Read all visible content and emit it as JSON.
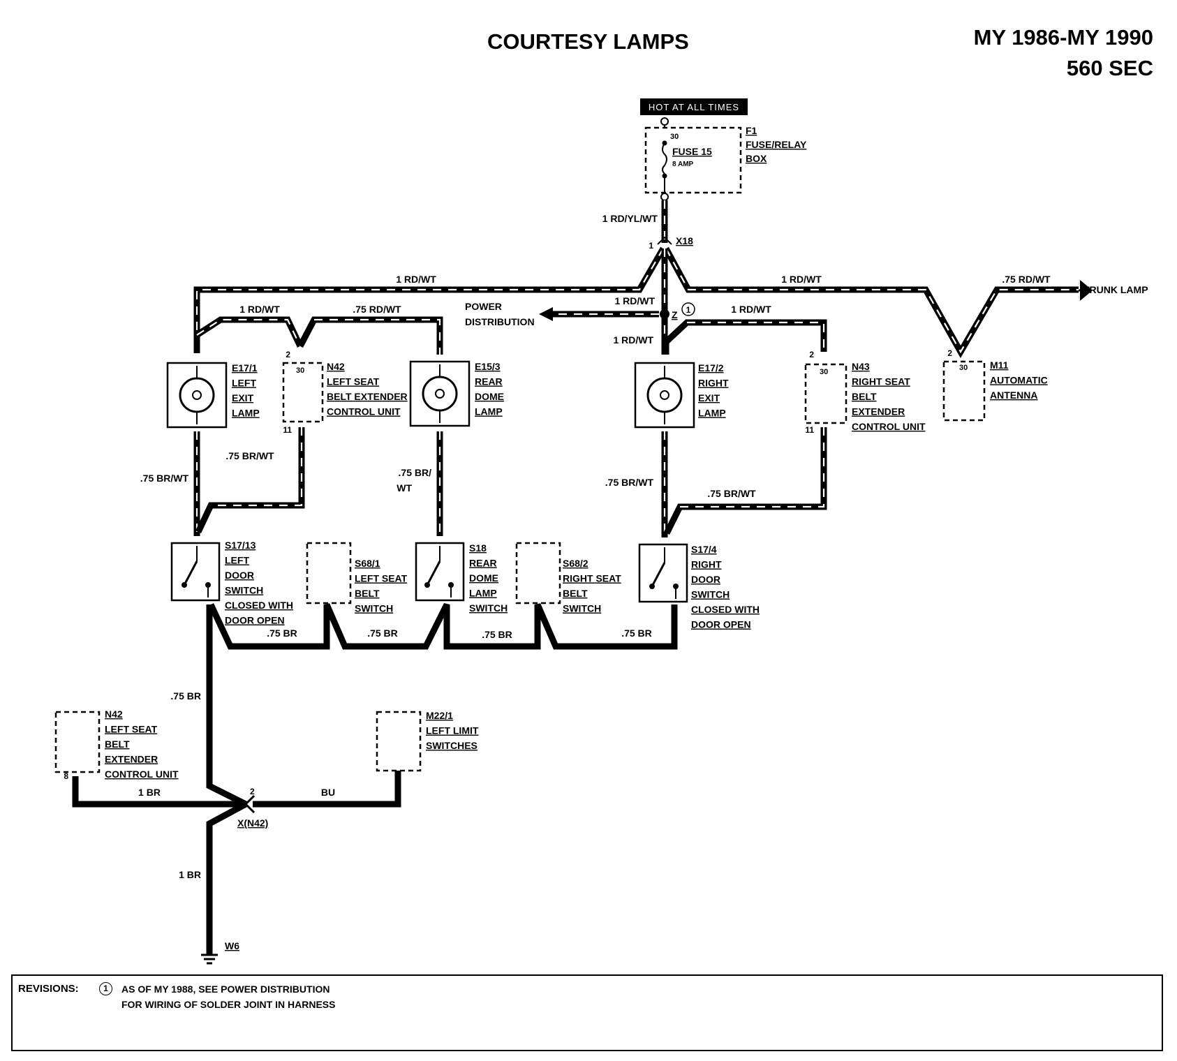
{
  "header": {
    "title": "COURTESY LAMPS",
    "year_range": "MY 1986-MY 1990",
    "model": "560 SEC"
  },
  "supply": {
    "hot_label": "HOT AT ALL TIMES",
    "fuse_pin": "30",
    "fuse_name": "FUSE 15",
    "fuse_rating": "8 AMP",
    "f1_id": "F1",
    "f1_line1": "FUSE/RELAY",
    "f1_line2": "BOX",
    "wire_feed": "1 RD/YL/WT",
    "x18_pin": "1",
    "x18_label": "X18"
  },
  "wires": {
    "left_main": "1 RD/WT",
    "right_main": "1 RD/WT",
    "trunk": ".75 RD/WT",
    "trunk_lamp": "TRUNK LAMP",
    "to_n42": "1 RD/WT",
    "to_e153": ".75 RD/WT",
    "power_dist": "1 RD/WT",
    "power_dist_l1": "POWER",
    "power_dist_l2": "DISTRIBUTION",
    "z_label": "Z",
    "z_mark": "1",
    "to_n43": "1 RD/WT",
    "to_e172": "1 RD/WT",
    "e171_s1713": ".75 BR/WT",
    "n42_s1713": ".75 BR/WT",
    "e153_s18_a": ".75 BR/",
    "e153_s18_b": "WT",
    "e172_s174": ".75 BR/WT",
    "n43_s174": ".75 BR/WT",
    "br_1": ".75 BR",
    "br_2": ".75 BR",
    "br_3": ".75 BR",
    "br_4": ".75 BR",
    "br_down": ".75 BR",
    "n42b_wire": "1 BR",
    "m221_wire": "BU",
    "ground_wire": "1 BR",
    "xn42_pin": "2",
    "xn42_label": "X(N42)",
    "ground_label": "W6"
  },
  "components": {
    "e171": [
      "E17/1",
      "LEFT",
      "EXIT",
      "LAMP"
    ],
    "n42": [
      "N42",
      "LEFT SEAT",
      "BELT EXTENDER",
      "CONTROL UNIT"
    ],
    "n42_pins": [
      "2",
      "30",
      "11"
    ],
    "e153": [
      "E15/3",
      "REAR",
      "DOME",
      "LAMP"
    ],
    "e172": [
      "E17/2",
      "RIGHT",
      "EXIT",
      "LAMP"
    ],
    "n43": [
      "N43",
      "RIGHT SEAT",
      "BELT",
      "EXTENDER",
      "CONTROL UNIT"
    ],
    "n43_pins": [
      "2",
      "30",
      "11"
    ],
    "m11": [
      "M11",
      "AUTOMATIC",
      "ANTENNA"
    ],
    "m11_pins": [
      "2",
      "30"
    ],
    "s1713": [
      "S17/13",
      "LEFT",
      "DOOR",
      "SWITCH",
      "CLOSED WITH",
      "DOOR OPEN"
    ],
    "s681": [
      "S68/1",
      "LEFT SEAT",
      "BELT",
      "SWITCH"
    ],
    "s18": [
      "S18",
      "REAR",
      "DOME",
      "LAMP",
      "SWITCH"
    ],
    "s682": [
      "S68/2",
      "RIGHT SEAT",
      "BELT",
      "SWITCH"
    ],
    "s174": [
      "S17/4",
      "RIGHT",
      "DOOR",
      "SWITCH",
      "CLOSED WITH",
      "DOOR OPEN"
    ],
    "n42b": [
      "N42",
      "LEFT SEAT",
      "BELT",
      "EXTENDER",
      "CONTROL UNIT"
    ],
    "n42b_pin": "8",
    "m221": [
      "M22/1",
      "LEFT LIMIT",
      "SWITCHES"
    ]
  },
  "revisions": {
    "heading": "REVISIONS:",
    "mark": "1",
    "line1": "AS OF MY 1988, SEE POWER DISTRIBUTION",
    "line2": "FOR WIRING OF SOLDER JOINT IN HARNESS"
  }
}
